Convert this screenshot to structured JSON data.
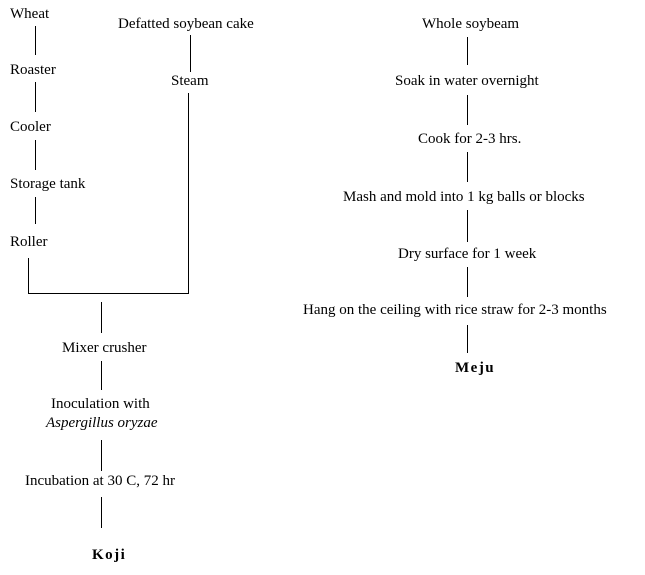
{
  "koji_flow": {
    "wheat": "Wheat",
    "defatted_soybean_cake": "Defatted soybean cake",
    "roaster": "Roaster",
    "steam": "Steam",
    "cooler": "Cooler",
    "storage_tank": "Storage tank",
    "roller": "Roller",
    "mixer_crusher": "Mixer crusher",
    "inoculation_with": "Inoculation with",
    "inoculation_organism": "Aspergillus oryzae",
    "incubation": "Incubation at 30 C, 72 hr",
    "product": "Koji"
  },
  "meju_flow": {
    "whole_soybean": "Whole soybeam",
    "soak": "Soak in water overnight",
    "cook": "Cook for 2-3 hrs.",
    "mash_and_mold": "Mash and mold into 1 kg balls or blocks",
    "dry_surface": "Dry surface for 1 week",
    "hang": "Hang on the ceiling with rice straw for 2-3 months",
    "product": "Meju"
  },
  "colors": {
    "line": "#000000",
    "text": "#000000",
    "background": "#ffffff"
  }
}
